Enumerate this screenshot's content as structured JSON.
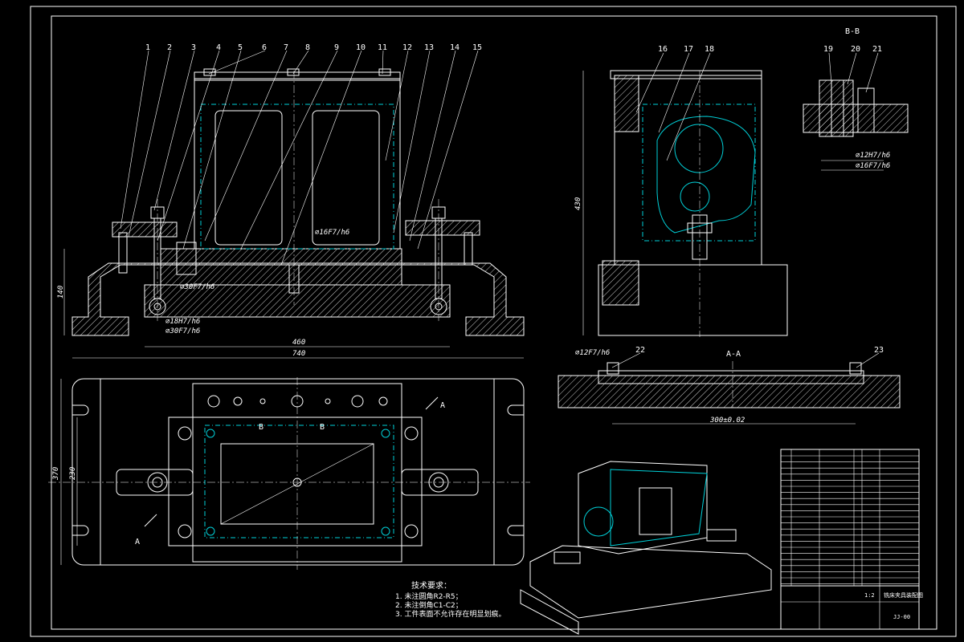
{
  "balloons": [
    "1",
    "2",
    "3",
    "4",
    "5",
    "6",
    "7",
    "8",
    "9",
    "10",
    "11",
    "12",
    "13",
    "14",
    "15",
    "16",
    "17",
    "18",
    "19",
    "20",
    "21",
    "22",
    "23"
  ],
  "section_labels": {
    "bb": "B-B",
    "aa": "A-A",
    "a_arrow_right": "A",
    "a_arrow_left": "A",
    "b_left": "B",
    "b_right": "B"
  },
  "dimensions": {
    "front_height": "140",
    "front_inner_width": "460",
    "front_total_width": "740",
    "side_height": "430",
    "aa_length": "300±0.02",
    "plan_height_outer": "370",
    "plan_height_inner": "230",
    "fit_16": "⌀16F7/h6",
    "fit_30": "⌀30F7/h6",
    "fit_18": "⌀18H7/h6",
    "fit_30b": "⌀30F7/h6",
    "fit_12h7": "⌀12H7/h6",
    "fit_16b": "⌀16F7/h6",
    "fit_12": "⌀12F7/h6"
  },
  "tech_notes": {
    "title": "技术要求：",
    "items": [
      "1. 未注圆角R2-R5；",
      "2. 未注倒角C1-C2；",
      "3. 工件表面不允许存在明显划痕。"
    ]
  },
  "title_block": {
    "drawing_name": "铣床夹具装配图",
    "drawing_no": "JJ-00",
    "scale": "1:2"
  }
}
